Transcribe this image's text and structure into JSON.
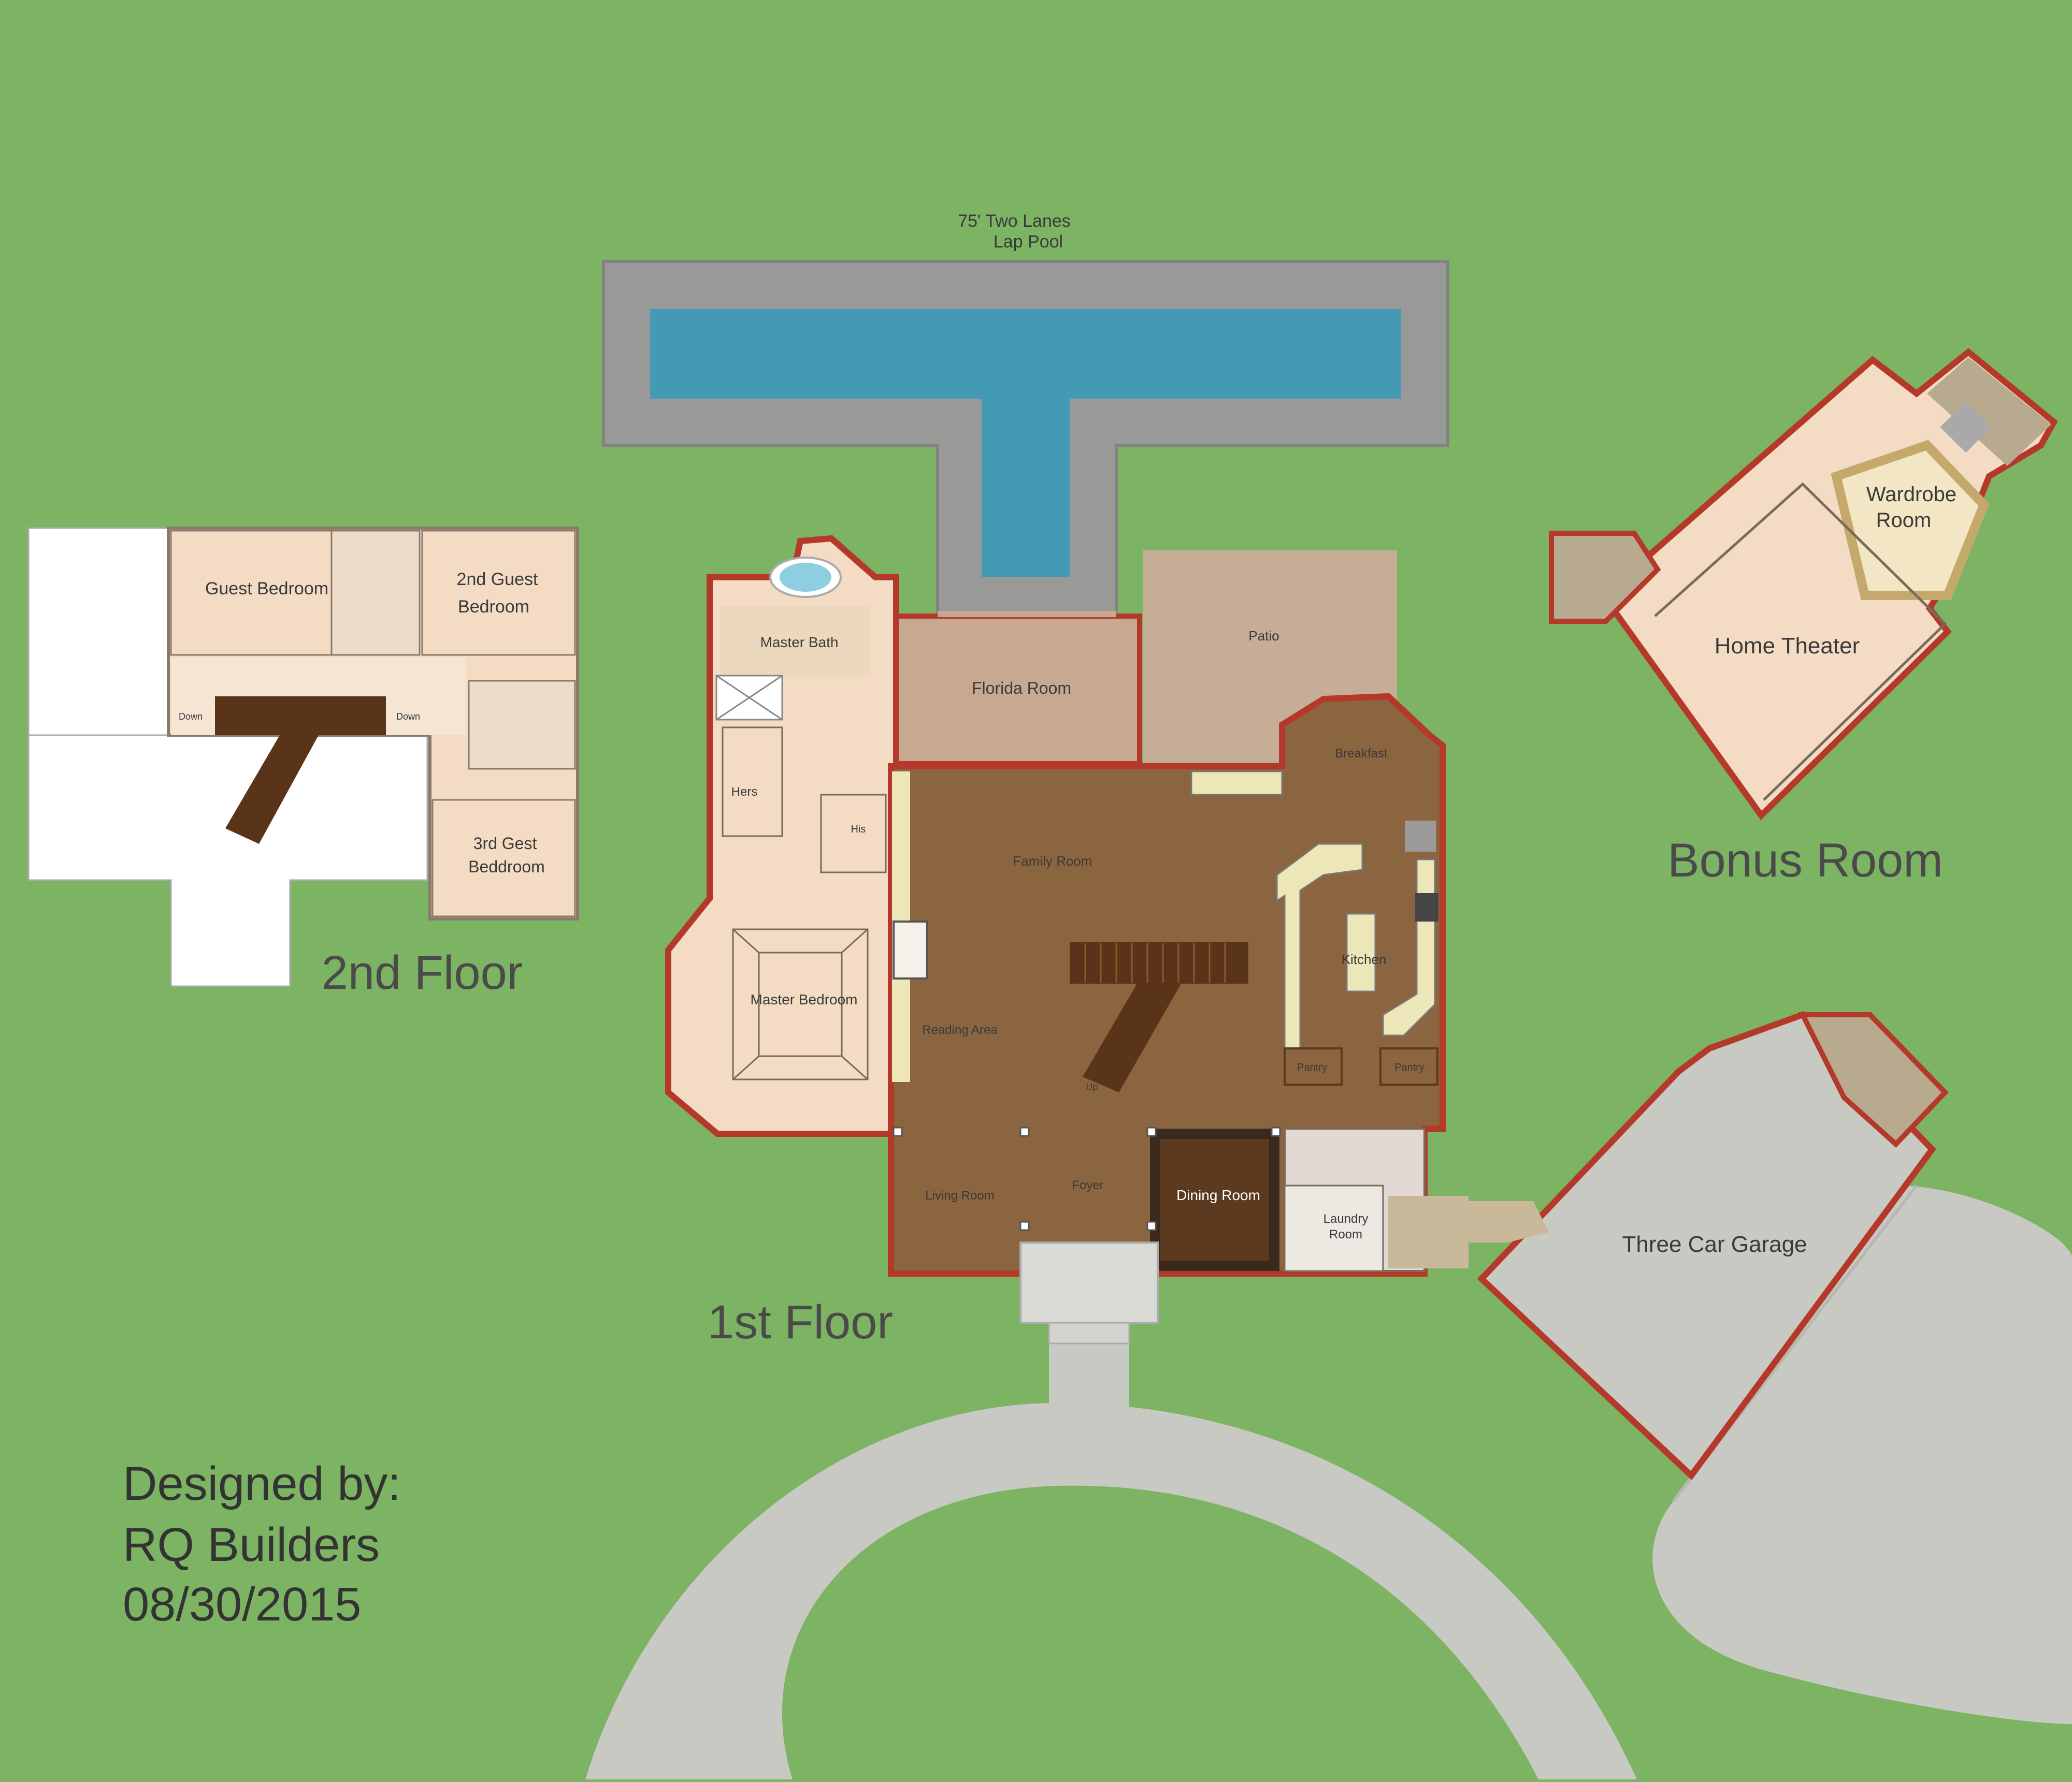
{
  "pool": {
    "line1": "75' Two Lanes",
    "line2": "Lap Pool"
  },
  "first_floor": {
    "title": "1st Floor",
    "rooms": {
      "master_bath": "Master Bath",
      "florida_room": "Florida Room",
      "patio": "Patio",
      "breakfast": "Breakfast",
      "hers": "Hers",
      "his": "His",
      "family_room": "Family Room",
      "kitchen": "Kitchen",
      "master_bedroom": "Master Bedroom",
      "reading_area": "Reading Area",
      "pantry_left": "Pantry",
      "pantry_right": "Pantry",
      "up": "Up",
      "living_room": "Living Room",
      "foyer": "Foyer",
      "dining_room": "Dining Room",
      "laundry_line1": "Laundry",
      "laundry_line2": "Room"
    }
  },
  "second_floor": {
    "title": "2nd Floor",
    "rooms": {
      "guest_bedroom": "Guest Bedroom",
      "second_guest_line1": "2nd Guest",
      "second_guest_line2": "Bedroom",
      "third_gest_line1": "3rd Gest",
      "third_gest_line2": "Beddroom",
      "down_left": "Down",
      "down_right": "Down"
    }
  },
  "bonus_room": {
    "title": "Bonus Room",
    "rooms": {
      "wardrobe_line1": "Wardrobe",
      "wardrobe_line2": "Room",
      "home_theater": "Home Theater"
    }
  },
  "garage": {
    "label": "Three Car Garage"
  },
  "credits": {
    "line1": "Designed by:",
    "line2": "RQ Builders",
    "line3": "08/30/2015"
  },
  "colors": {
    "grass": "#7cb463",
    "grass_dark": "#6fa84f",
    "pavement": "#c9c9c4",
    "pool_deck": "#999a98",
    "pool_water": "#4499b5",
    "floor_brown": "#8b6540",
    "room_beige": "#f3dcc3",
    "wall_red": "#c0392b",
    "florida_tan": "#c7a991",
    "patio_tan": "#c6ad96",
    "dining_dark": "#5b3a1f",
    "kitchen_counter": "#ede6b8",
    "stairs_dark": "#5a3418"
  }
}
